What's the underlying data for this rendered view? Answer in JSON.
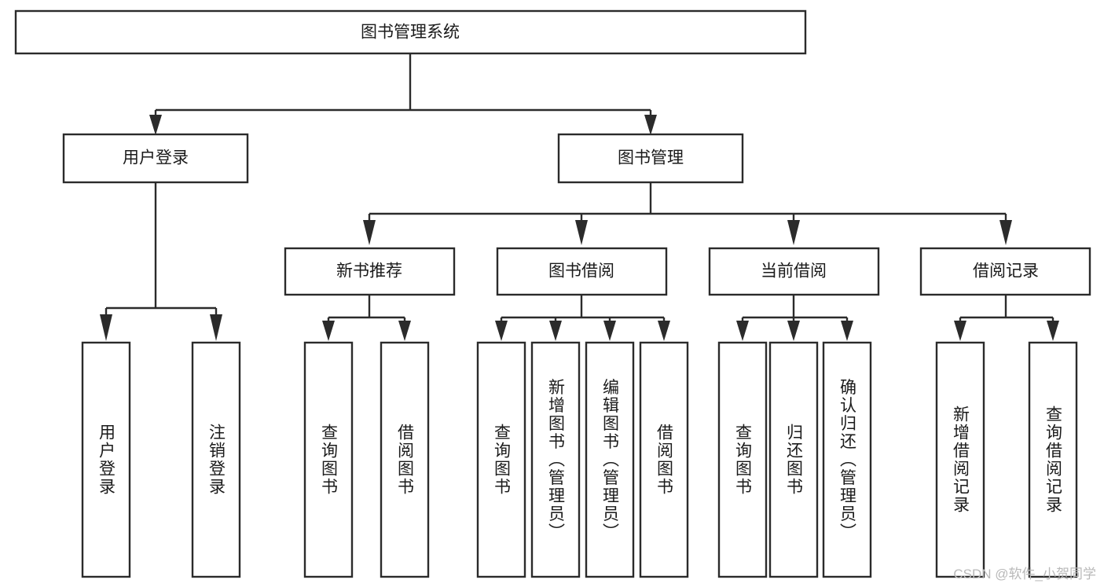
{
  "diagram": {
    "type": "tree-hierarchy",
    "title": "图书管理系统",
    "orientation": "top-down",
    "colors": {
      "box_fill": "#ffffff",
      "box_stroke": "#2b2b2b",
      "text": "#1a1a1a",
      "background": "#ffffff",
      "watermark": "#b9b9b9"
    },
    "levels": [
      {
        "level": 1,
        "nodes": [
          {
            "id": "root",
            "label": "图书管理系统",
            "orient": "horizontal"
          }
        ]
      },
      {
        "level": 2,
        "nodes": [
          {
            "id": "login",
            "label": "用户登录",
            "orient": "horizontal",
            "parent": "root"
          },
          {
            "id": "bookmgmt",
            "label": "图书管理",
            "orient": "horizontal",
            "parent": "root"
          }
        ]
      },
      {
        "level": 3,
        "nodes": [
          {
            "id": "newbook",
            "label": "新书推荐",
            "orient": "horizontal",
            "parent": "bookmgmt"
          },
          {
            "id": "borrow",
            "label": "图书借阅",
            "orient": "horizontal",
            "parent": "bookmgmt"
          },
          {
            "id": "current",
            "label": "当前借阅",
            "orient": "horizontal",
            "parent": "bookmgmt"
          },
          {
            "id": "records",
            "label": "借阅记录",
            "orient": "horizontal",
            "parent": "bookmgmt"
          }
        ]
      },
      {
        "level": 4,
        "nodes": [
          {
            "id": "leaf1",
            "label": "用户登录",
            "orient": "vertical",
            "parent": "login"
          },
          {
            "id": "leaf2",
            "label": "注销登录",
            "orient": "vertical",
            "parent": "login"
          },
          {
            "id": "leaf3",
            "label": "查询图书",
            "orient": "vertical",
            "parent": "newbook"
          },
          {
            "id": "leaf4",
            "label": "借阅图书",
            "orient": "vertical",
            "parent": "newbook"
          },
          {
            "id": "leaf5",
            "label": "查询图书",
            "orient": "vertical",
            "parent": "borrow"
          },
          {
            "id": "leaf6",
            "label": "新增图书（管理员）",
            "orient": "vertical",
            "parent": "borrow"
          },
          {
            "id": "leaf7",
            "label": "编辑图书（管理员）",
            "orient": "vertical",
            "parent": "borrow"
          },
          {
            "id": "leaf8",
            "label": "借阅图书",
            "orient": "vertical",
            "parent": "borrow"
          },
          {
            "id": "leaf9",
            "label": "查询图书",
            "orient": "vertical",
            "parent": "current"
          },
          {
            "id": "leaf10",
            "label": "归还图书",
            "orient": "vertical",
            "parent": "current"
          },
          {
            "id": "leaf11",
            "label": "确认归还（管理员）",
            "orient": "vertical",
            "parent": "current"
          },
          {
            "id": "leaf12",
            "label": "新增借阅记录",
            "orient": "vertical",
            "parent": "records"
          },
          {
            "id": "leaf13",
            "label": "查询借阅记录",
            "orient": "vertical",
            "parent": "records"
          }
        ]
      }
    ]
  },
  "watermark": {
    "text": "CSDN @软件_小贺同学"
  }
}
